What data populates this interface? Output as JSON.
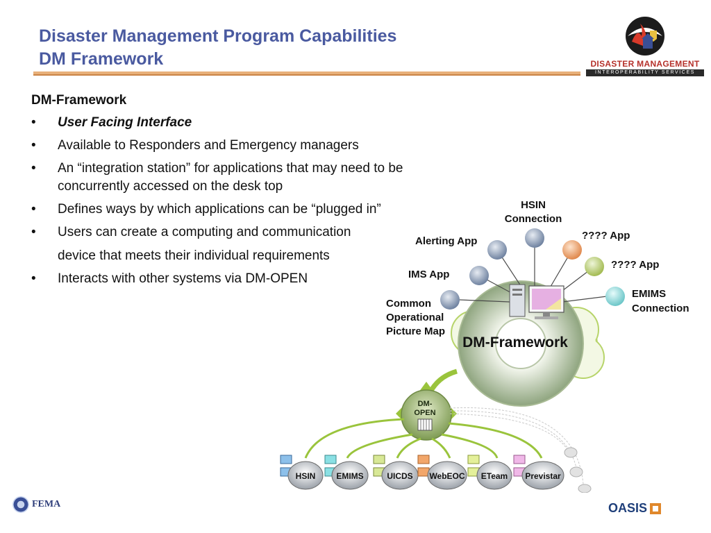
{
  "header": {
    "title_line1": "Disaster Management Program Capabilities",
    "title_line2": "DM Framework"
  },
  "logo": {
    "name": "DISASTER MANAGEMENT",
    "sub": "INTEROPERABILITY SERVICES"
  },
  "content": {
    "heading": "DM-Framework",
    "bullets": [
      {
        "text": "User Facing Interface"
      },
      {
        "text": "Available to Responders and Emergency managers"
      },
      {
        "text": "An “integration station” for applications that may need to be concurrently accessed on the desk top"
      },
      {
        "text": "Defines ways by which applications can be “plugged in”"
      },
      {
        "text": "Users can create a computing and communication",
        "cont": "device that meets their individual requirements"
      },
      {
        "text": "Interacts with other systems via DM-OPEN"
      }
    ]
  },
  "diagram": {
    "hsin_connection_1": "HSIN",
    "hsin_connection_2": "Connection",
    "alerting_app": "Alerting App",
    "unknown_app_1": "???? App",
    "unknown_app_2": "???? App",
    "ims_app": "IMS App",
    "emims_connection_1": "EMIMS",
    "emims_connection_2": "Connection",
    "cop_1": "Common",
    "cop_2": "Operational",
    "cop_3": "Picture Map",
    "framework_label": "DM-Framework",
    "open_1": "DM-",
    "open_2": "OPEN",
    "systems": [
      "HSIN",
      "EMIMS",
      "UICDS",
      "WebEOC",
      "ETeam",
      "Previstar"
    ]
  },
  "footer": {
    "fema": "FEMA",
    "oasis": "OASIS"
  },
  "colors": {
    "title": "#4a5aa0",
    "accent_rule": "#e8b07a",
    "green": "#9ac43c",
    "node_blue": "#7c8fa8"
  }
}
